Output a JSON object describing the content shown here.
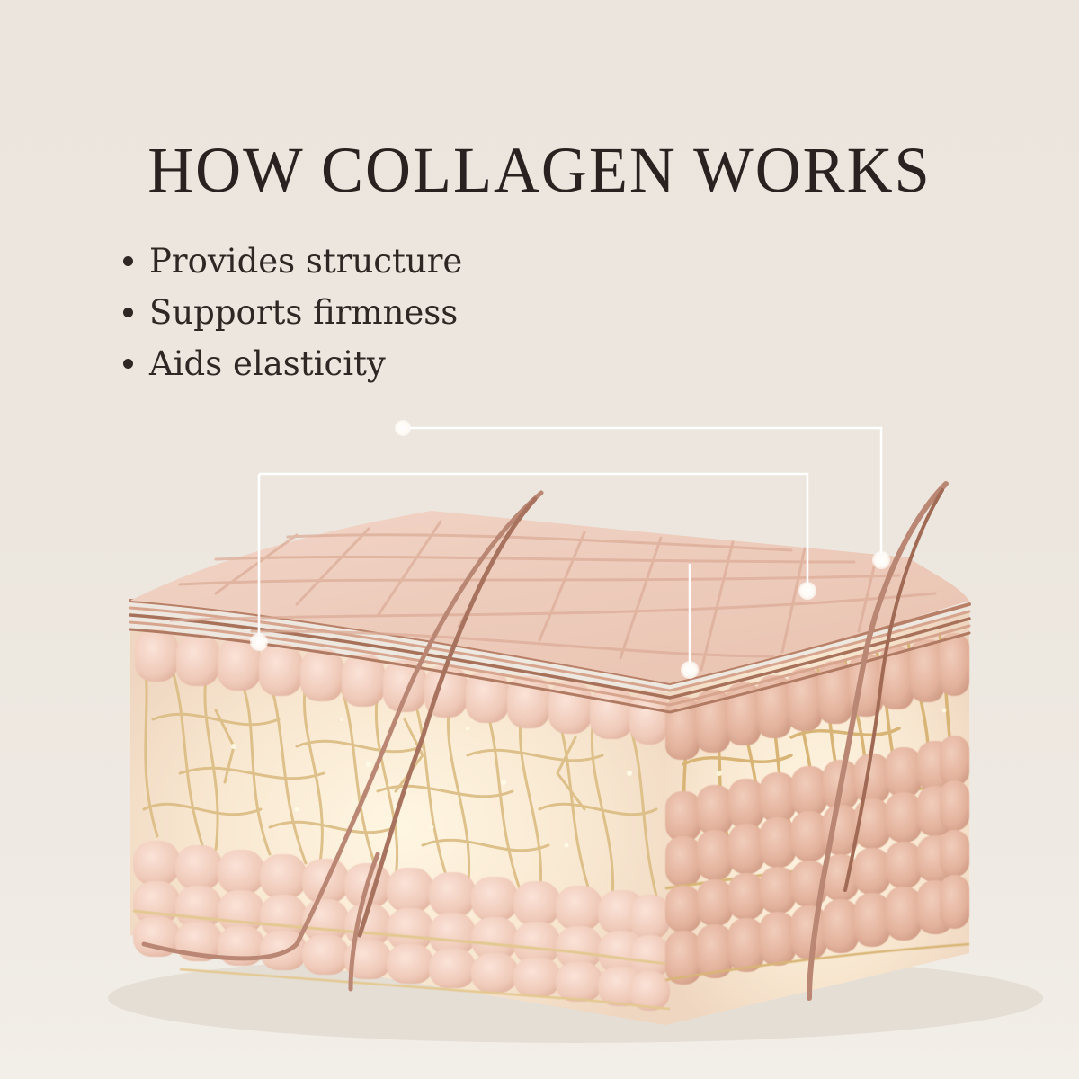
{
  "title": "HOW COLLAGEN WORKS",
  "bullets": [
    {
      "label": "Provides structure"
    },
    {
      "label": "Supports firmness"
    },
    {
      "label": "Aids elasticity"
    }
  ],
  "illustration": {
    "subject": "3D cross-section of skin layers with collagen fiber network",
    "layers": [
      "epidermis surface tiles",
      "stratum layers",
      "dermis cells",
      "collagen fiber network",
      "lower cell layers"
    ],
    "callout_count": 4
  },
  "colors": {
    "background": "#ece6de",
    "title_text": "#2a2220",
    "skin_top": "#efcdbd",
    "skin_cells": "#f0cbbb",
    "stratum_lines": "#a8715a",
    "collagen_fiber": "#dcbe86",
    "hair": "#b98773",
    "callout_line": "#ffffff"
  }
}
